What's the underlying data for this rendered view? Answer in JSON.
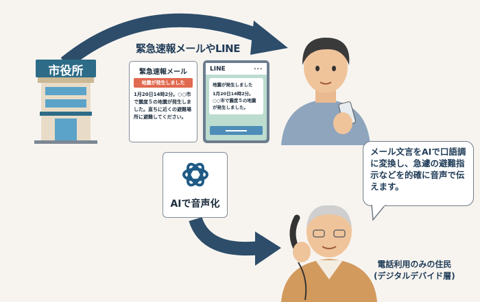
{
  "city_hall": {
    "sign": "市役所"
  },
  "title": "緊急速報メールやLINE",
  "emergency_mail": {
    "heading": "緊急速報メール",
    "alert": "地震が発生しました",
    "body": "1月20日14時2分。○○市で震度５の地震が発生しました。直ちに近くの避難場所に避難してください。"
  },
  "line_app": {
    "app_name": "LINE",
    "menu": "•••",
    "message_title": "地震が発生しました",
    "message_body": "1月20日14時2分。○○市で震度５の地震が発生しました。"
  },
  "ai_box": {
    "label": "AIで音声化",
    "icon": "openai-logo-icon"
  },
  "speech_bubble": {
    "text": "メール文言をAIで口語調に変換し、急遽の避難指示などを的確に音声で伝えます。"
  },
  "resident": {
    "line1": "電話利用のみの住民",
    "line2": "(デジタルデバイド層)"
  },
  "colors": {
    "arrow": "#2d4d6a",
    "alert": "#e0694f",
    "line_bg": "#bcdcd0"
  }
}
